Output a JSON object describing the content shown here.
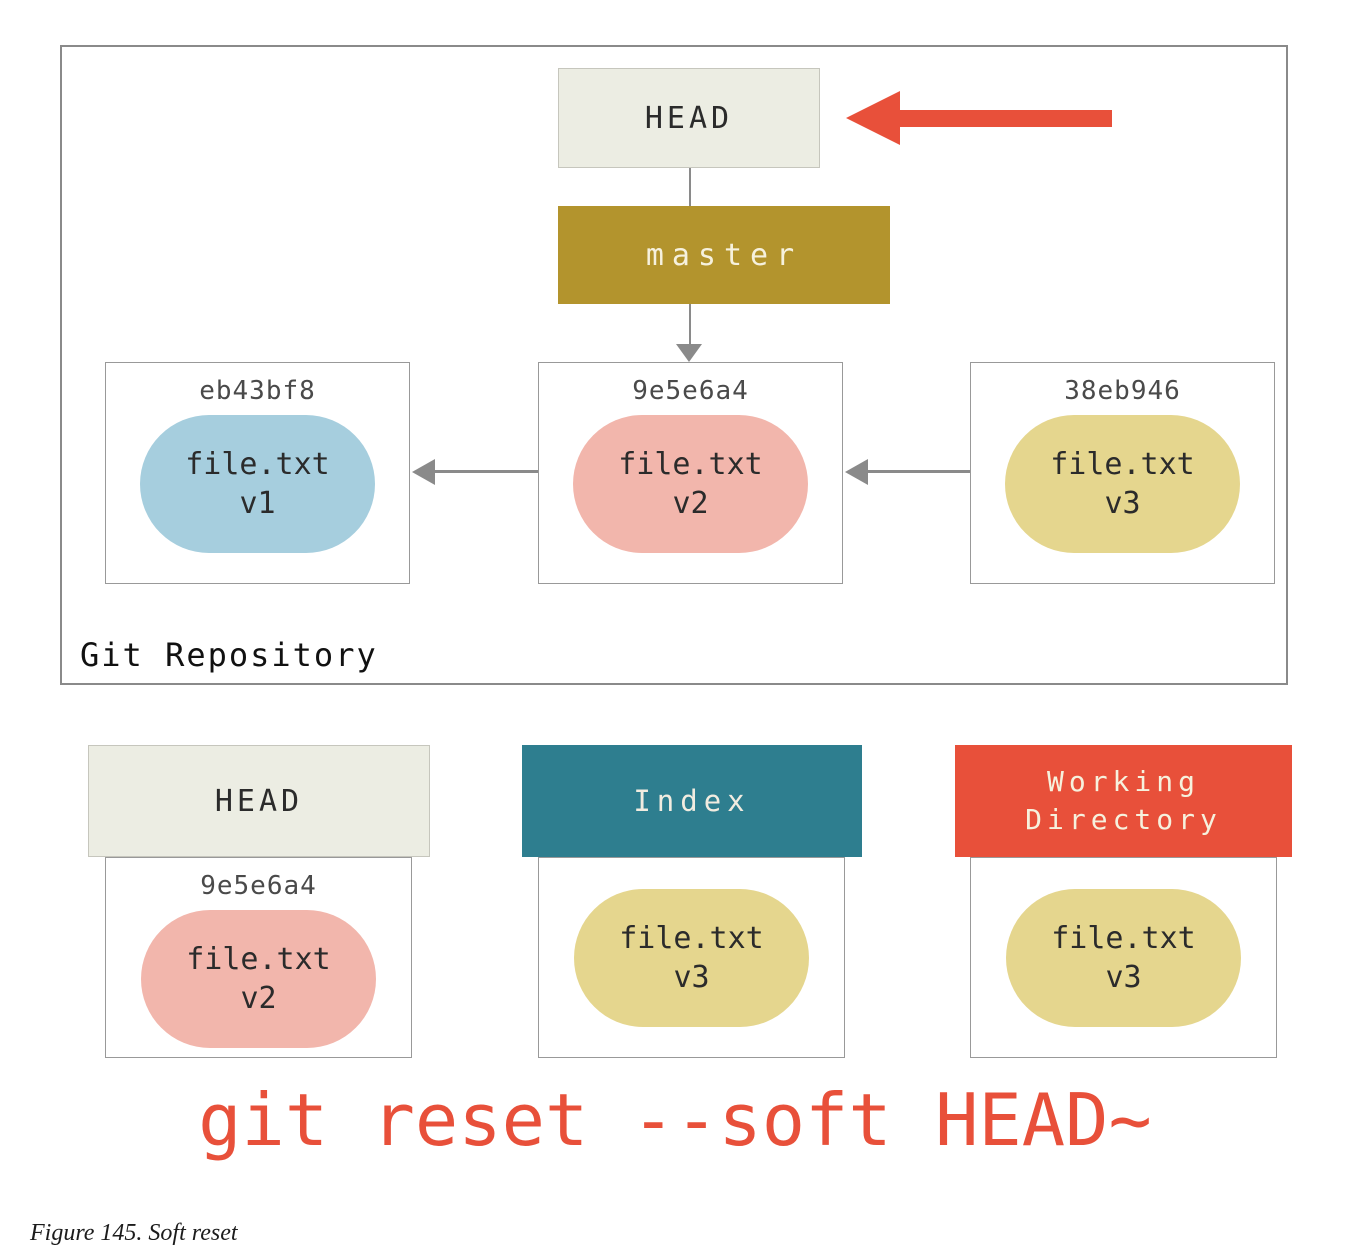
{
  "colors": {
    "accent_red": "#e8503a",
    "branch_gold": "#b3942d",
    "index_teal": "#2e7e8f",
    "blob_blue": "#a6cede",
    "blob_pink": "#f2b6ac",
    "blob_yellow": "#e5d68e",
    "panel_offwhite": "#ecede3",
    "line_gray": "#8a8a8a"
  },
  "repository": {
    "label": "Git Repository",
    "head": {
      "label": "HEAD"
    },
    "branch": {
      "label": "master"
    },
    "commits": [
      {
        "hash": "eb43bf8",
        "file": "file.txt",
        "version": "v1"
      },
      {
        "hash": "9e5e6a4",
        "file": "file.txt",
        "version": "v2"
      },
      {
        "hash": "38eb946",
        "file": "file.txt",
        "version": "v3"
      }
    ]
  },
  "areas": {
    "head": {
      "title": "HEAD",
      "hash": "9e5e6a4",
      "file": "file.txt",
      "version": "v2"
    },
    "index": {
      "title": "Index",
      "file": "file.txt",
      "version": "v3"
    },
    "working_directory": {
      "title": "Working\nDirectory",
      "file": "file.txt",
      "version": "v3"
    }
  },
  "command": "git reset --soft HEAD~",
  "caption": "Figure 145. Soft reset"
}
